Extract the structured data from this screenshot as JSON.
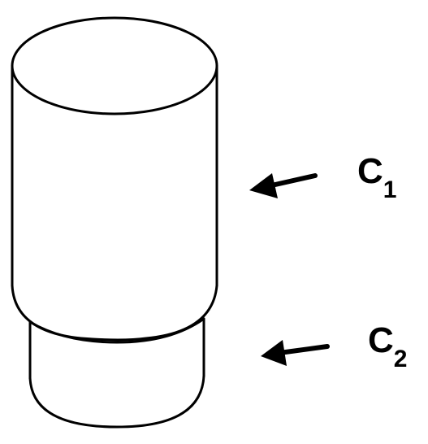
{
  "diagram": {
    "labels": {
      "c1": {
        "letter": "C",
        "subscript": "1"
      },
      "c2": {
        "letter": "C",
        "subscript": "2"
      }
    },
    "colors": {
      "stroke": "#000000",
      "background": "#ffffff"
    },
    "icons": [
      "arrow-left-icon",
      "arrow-left-icon"
    ]
  }
}
